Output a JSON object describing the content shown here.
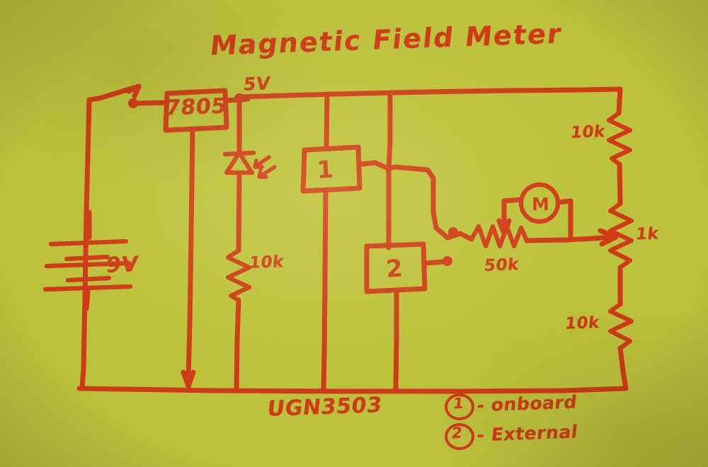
{
  "meta": {
    "kind": "hand-drawn-schematic",
    "ink_color": "#cf3a18",
    "paper_color": "#bcc23c"
  },
  "title": "Magnetic Field Meter",
  "labels": {
    "regulator": "7805",
    "rail_voltage": "5V",
    "battery": "9V",
    "led_resistor": "10k",
    "sensor_1": "1",
    "sensor_2": "2",
    "meter": "M",
    "pot_50k": "50k",
    "divider_top": "10k",
    "pot_1k": "1k",
    "divider_bottom": "10k"
  },
  "legend": {
    "part_number": "UGN3503",
    "note_1": "- onboard",
    "note_2": "- External",
    "marker_1": "1",
    "marker_2": "2"
  },
  "components": [
    {
      "name": "battery",
      "value": "9V",
      "type": "battery"
    },
    {
      "name": "power-switch",
      "value": "",
      "type": "spst-switch"
    },
    {
      "name": "voltage-regulator",
      "value": "7805",
      "type": "regulator"
    },
    {
      "name": "power-led",
      "value": "",
      "type": "led"
    },
    {
      "name": "led-series-resistor",
      "value": "10k",
      "type": "resistor"
    },
    {
      "name": "hall-sensor-1",
      "value": "1",
      "type": "sensor"
    },
    {
      "name": "hall-sensor-2",
      "value": "2",
      "type": "sensor"
    },
    {
      "name": "panel-meter",
      "value": "M",
      "type": "meter"
    },
    {
      "name": "calibration-pot",
      "value": "50k",
      "type": "resistor"
    },
    {
      "name": "divider-resistor-top",
      "value": "10k",
      "type": "resistor"
    },
    {
      "name": "zero-adjust-pot",
      "value": "1k",
      "type": "potentiometer"
    },
    {
      "name": "divider-resistor-bottom",
      "value": "10k",
      "type": "resistor"
    }
  ]
}
